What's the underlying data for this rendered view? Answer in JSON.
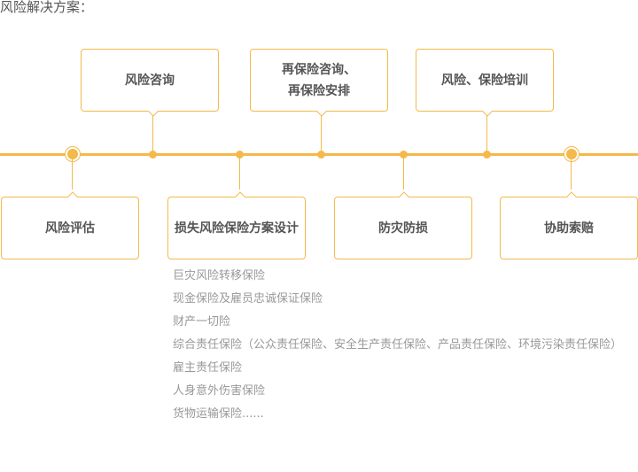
{
  "heading": "风险解决方案：",
  "top_items": [
    {
      "label": "风险咨询"
    },
    {
      "label_lines": [
        "再保险咨询、",
        "再保险安排"
      ]
    },
    {
      "label": "风险、保险培训"
    }
  ],
  "bottom_items": [
    {
      "label": "风险评估"
    },
    {
      "label": "损失风险保险方案设计"
    },
    {
      "label": "防灾防损"
    },
    {
      "label": "协助索赔"
    }
  ],
  "insurance_list": [
    "巨灾风险转移保险",
    "现金保险及雇员忠诚保证保险",
    "财产一切险",
    "综合责任保险（公众责任保险、安全生产责任保险、产品责任保险、环境污染责任保险）",
    "雇主责任保险",
    "人身意外伤害保险",
    "货物运输保险......"
  ],
  "colors": {
    "accent": "#f3b94a",
    "text": "#555555",
    "list_text": "#999999"
  }
}
